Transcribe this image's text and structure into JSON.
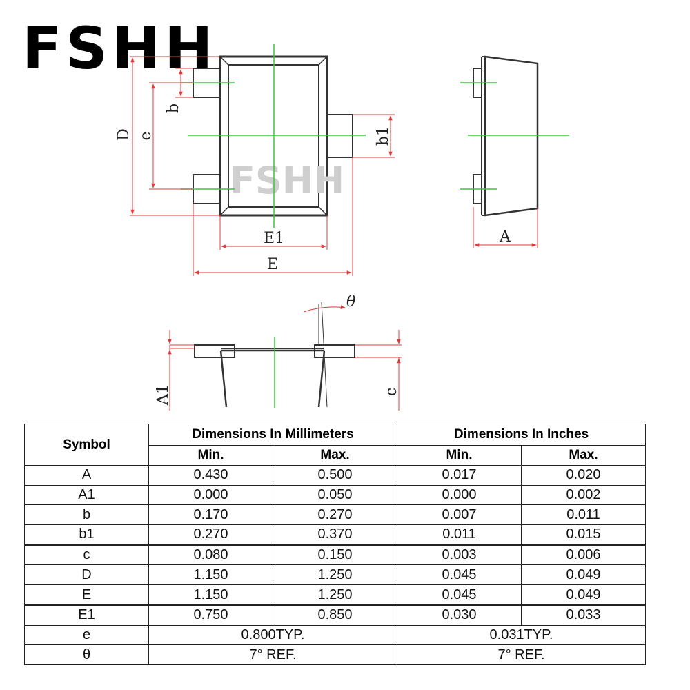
{
  "brand": "FSHH",
  "watermark": "FSHH",
  "drawing_labels": {
    "D": "D",
    "e": "e",
    "b": "b",
    "b1": "b1",
    "E1": "E1",
    "E": "E",
    "A": "A",
    "theta": "θ",
    "A1": "A1",
    "c": "c"
  },
  "colors": {
    "dimension": "#e03a3a",
    "centerline": "#33cc33",
    "outline": "#333333"
  },
  "table": {
    "symbol_header": "Symbol",
    "mm_header": "Dimensions In Millimeters",
    "in_header": "Dimensions In Inches",
    "min_label": "Min.",
    "max_label": "Max.",
    "rows": [
      {
        "symbol": "A",
        "mm_min": "0.430",
        "mm_max": "0.500",
        "in_min": "0.017",
        "in_max": "0.020"
      },
      {
        "symbol": "A1",
        "mm_min": "0.000",
        "mm_max": "0.050",
        "in_min": "0.000",
        "in_max": "0.002"
      },
      {
        "symbol": "b",
        "mm_min": "0.170",
        "mm_max": "0.270",
        "in_min": "0.007",
        "in_max": "0.011"
      },
      {
        "symbol": "b1",
        "mm_min": "0.270",
        "mm_max": "0.370",
        "in_min": "0.011",
        "in_max": "0.015"
      },
      {
        "symbol": "c",
        "mm_min": "0.080",
        "mm_max": "0.150",
        "in_min": "0.003",
        "in_max": "0.006"
      },
      {
        "symbol": "D",
        "mm_min": "1.150",
        "mm_max": "1.250",
        "in_min": "0.045",
        "in_max": "0.049"
      },
      {
        "symbol": "E",
        "mm_min": "1.150",
        "mm_max": "1.250",
        "in_min": "0.045",
        "in_max": "0.049"
      },
      {
        "symbol": "E1",
        "mm_min": "0.750",
        "mm_max": "0.850",
        "in_min": "0.030",
        "in_max": "0.033"
      }
    ],
    "typ_rows": [
      {
        "symbol": "e",
        "mm": "0.800TYP.",
        "in": "0.031TYP."
      },
      {
        "symbol": "θ",
        "mm": "7° REF.",
        "in": "7° REF."
      }
    ]
  }
}
